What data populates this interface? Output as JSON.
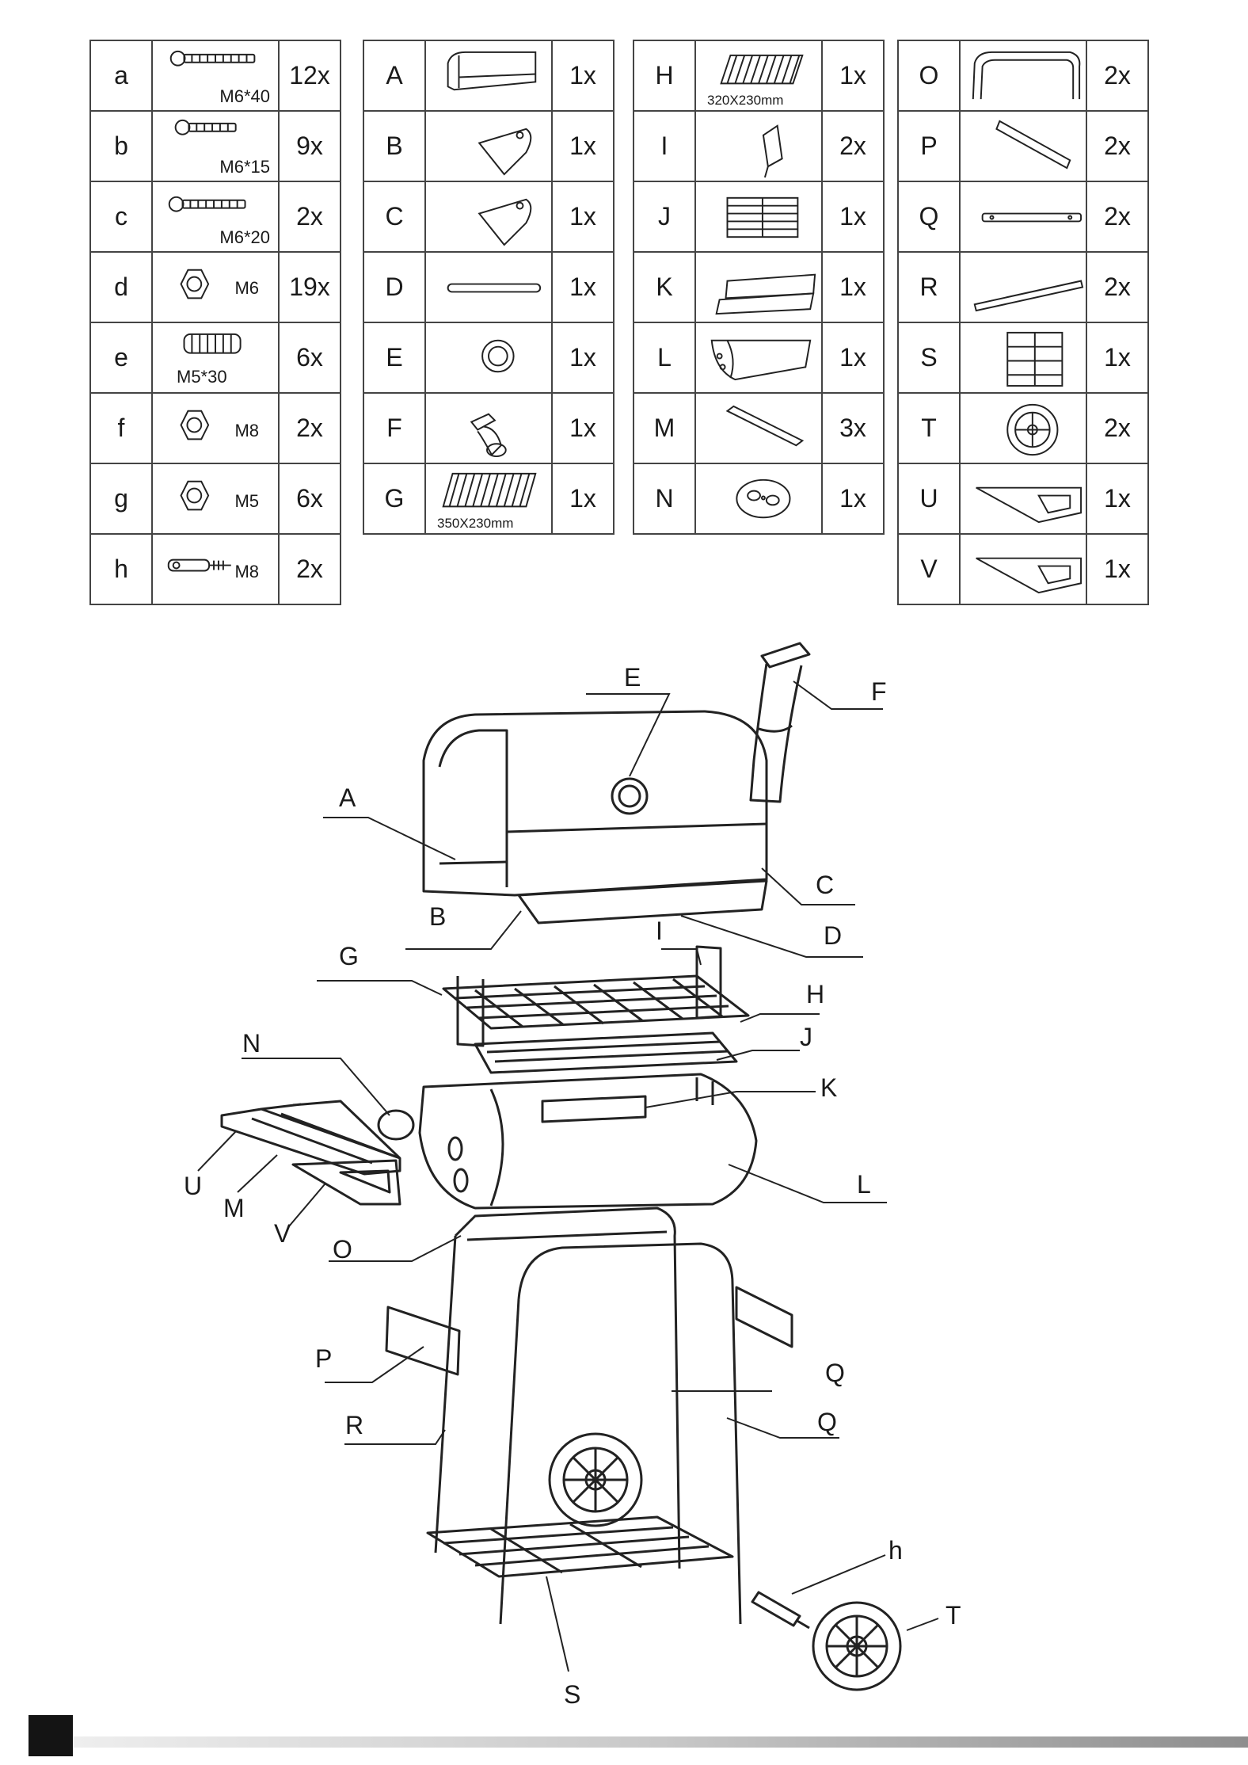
{
  "parts_tables": [
    {
      "id": "hardware",
      "rows": [
        {
          "label": "a",
          "icon": "long-bolt-icon",
          "sub": "M6*40",
          "qty": "12x"
        },
        {
          "label": "b",
          "icon": "short-bolt-icon",
          "sub": "M6*15",
          "qty": "9x"
        },
        {
          "label": "c",
          "icon": "medium-bolt-icon",
          "sub": "M6*20",
          "qty": "2x"
        },
        {
          "label": "d",
          "icon": "hex-nut-icon",
          "sub": "M6",
          "qty": "19x"
        },
        {
          "label": "e",
          "icon": "threaded-stud-icon",
          "sub": "M5*30",
          "qty": "6x"
        },
        {
          "label": "f",
          "icon": "hex-nut-icon",
          "sub": "M8",
          "qty": "2x"
        },
        {
          "label": "g",
          "icon": "hex-nut-icon",
          "sub": "M5",
          "qty": "6x"
        },
        {
          "label": "h",
          "icon": "axle-pin-icon",
          "sub": "M8",
          "qty": "2x"
        }
      ]
    },
    {
      "id": "parts-a-g",
      "rows": [
        {
          "label": "A",
          "icon": "grill-lid-icon",
          "sub": "",
          "qty": "1x"
        },
        {
          "label": "B",
          "icon": "lid-side-plate-icon",
          "sub": "",
          "qty": "1x"
        },
        {
          "label": "C",
          "icon": "lid-side-plate-icon",
          "sub": "",
          "qty": "1x"
        },
        {
          "label": "D",
          "icon": "handle-rod-icon",
          "sub": "",
          "qty": "1x"
        },
        {
          "label": "E",
          "icon": "thermometer-icon",
          "sub": "",
          "qty": "1x"
        },
        {
          "label": "F",
          "icon": "chimney-icon",
          "sub": "",
          "qty": "1x"
        },
        {
          "label": "G",
          "icon": "cooking-grate-icon",
          "sub": "350X230mm",
          "qty": "1x"
        }
      ]
    },
    {
      "id": "parts-h-n",
      "rows": [
        {
          "label": "H",
          "icon": "warming-rack-icon",
          "sub": "320X230mm",
          "qty": "1x"
        },
        {
          "label": "I",
          "icon": "rack-bracket-icon",
          "sub": "",
          "qty": "2x"
        },
        {
          "label": "J",
          "icon": "charcoal-grate-icon",
          "sub": "",
          "qty": "1x"
        },
        {
          "label": "K",
          "icon": "ash-tray-icon",
          "sub": "",
          "qty": "1x"
        },
        {
          "label": "L",
          "icon": "firebox-icon",
          "sub": "",
          "qty": "1x"
        },
        {
          "label": "M",
          "icon": "wood-slat-icon",
          "sub": "",
          "qty": "3x"
        },
        {
          "label": "N",
          "icon": "vent-cover-icon",
          "sub": "",
          "qty": "1x"
        }
      ]
    },
    {
      "id": "parts-o-v",
      "rows": [
        {
          "label": "O",
          "icon": "u-frame-icon",
          "sub": "",
          "qty": "2x"
        },
        {
          "label": "P",
          "icon": "side-plate-icon",
          "sub": "",
          "qty": "2x"
        },
        {
          "label": "Q",
          "icon": "short-brace-icon",
          "sub": "",
          "qty": "2x"
        },
        {
          "label": "R",
          "icon": "long-brace-icon",
          "sub": "",
          "qty": "2x"
        },
        {
          "label": "S",
          "icon": "bottom-rack-icon",
          "sub": "",
          "qty": "1x"
        },
        {
          "label": "T",
          "icon": "wheel-icon",
          "sub": "",
          "qty": "2x"
        },
        {
          "label": "U",
          "icon": "shelf-bracket-icon",
          "sub": "",
          "qty": "1x"
        },
        {
          "label": "V",
          "icon": "shelf-bracket-icon",
          "sub": "",
          "qty": "1x"
        }
      ]
    }
  ],
  "callouts": [
    {
      "id": "E",
      "text": "E"
    },
    {
      "id": "F",
      "text": "F"
    },
    {
      "id": "A",
      "text": "A"
    },
    {
      "id": "C",
      "text": "C"
    },
    {
      "id": "B",
      "text": "B"
    },
    {
      "id": "D",
      "text": "D"
    },
    {
      "id": "G",
      "text": "G"
    },
    {
      "id": "I",
      "text": "I"
    },
    {
      "id": "H",
      "text": "H"
    },
    {
      "id": "N",
      "text": "N"
    },
    {
      "id": "J",
      "text": "J"
    },
    {
      "id": "K",
      "text": "K"
    },
    {
      "id": "L",
      "text": "L"
    },
    {
      "id": "U",
      "text": "U"
    },
    {
      "id": "M",
      "text": "M"
    },
    {
      "id": "V",
      "text": "V"
    },
    {
      "id": "O",
      "text": "O"
    },
    {
      "id": "P",
      "text": "P"
    },
    {
      "id": "Q1",
      "text": "Q"
    },
    {
      "id": "Q2",
      "text": "Q"
    },
    {
      "id": "R",
      "text": "R"
    },
    {
      "id": "h",
      "text": "h"
    },
    {
      "id": "T",
      "text": "T"
    },
    {
      "id": "S",
      "text": "S"
    }
  ]
}
